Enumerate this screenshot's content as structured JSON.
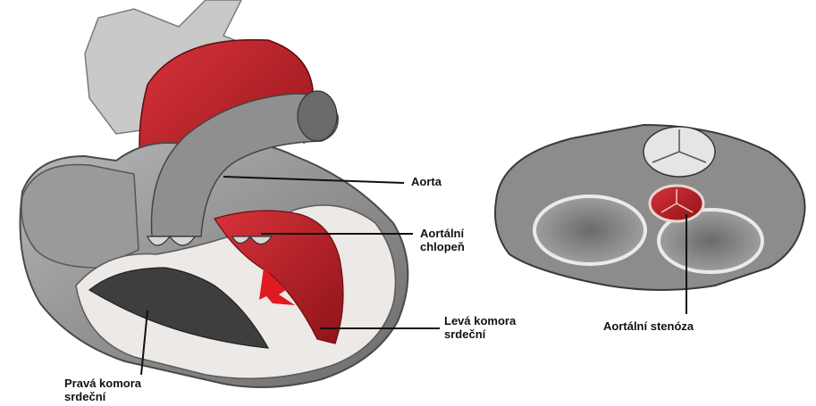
{
  "labels": {
    "aorta": "Aorta",
    "aortic_valve_line1": "Aortální",
    "aortic_valve_line2": "chlopeň",
    "left_ventricle_line1": "Levá komora",
    "left_ventricle_line2": "srdeční",
    "right_ventricle_line1": "Pravá komora",
    "right_ventricle_line2": "srdeční",
    "aortic_stenosis": "Aortální stenóza"
  },
  "colors": {
    "highlight_red": "#c0242c",
    "tissue_gray": "#8a8a8a",
    "label_text": "#111111"
  }
}
